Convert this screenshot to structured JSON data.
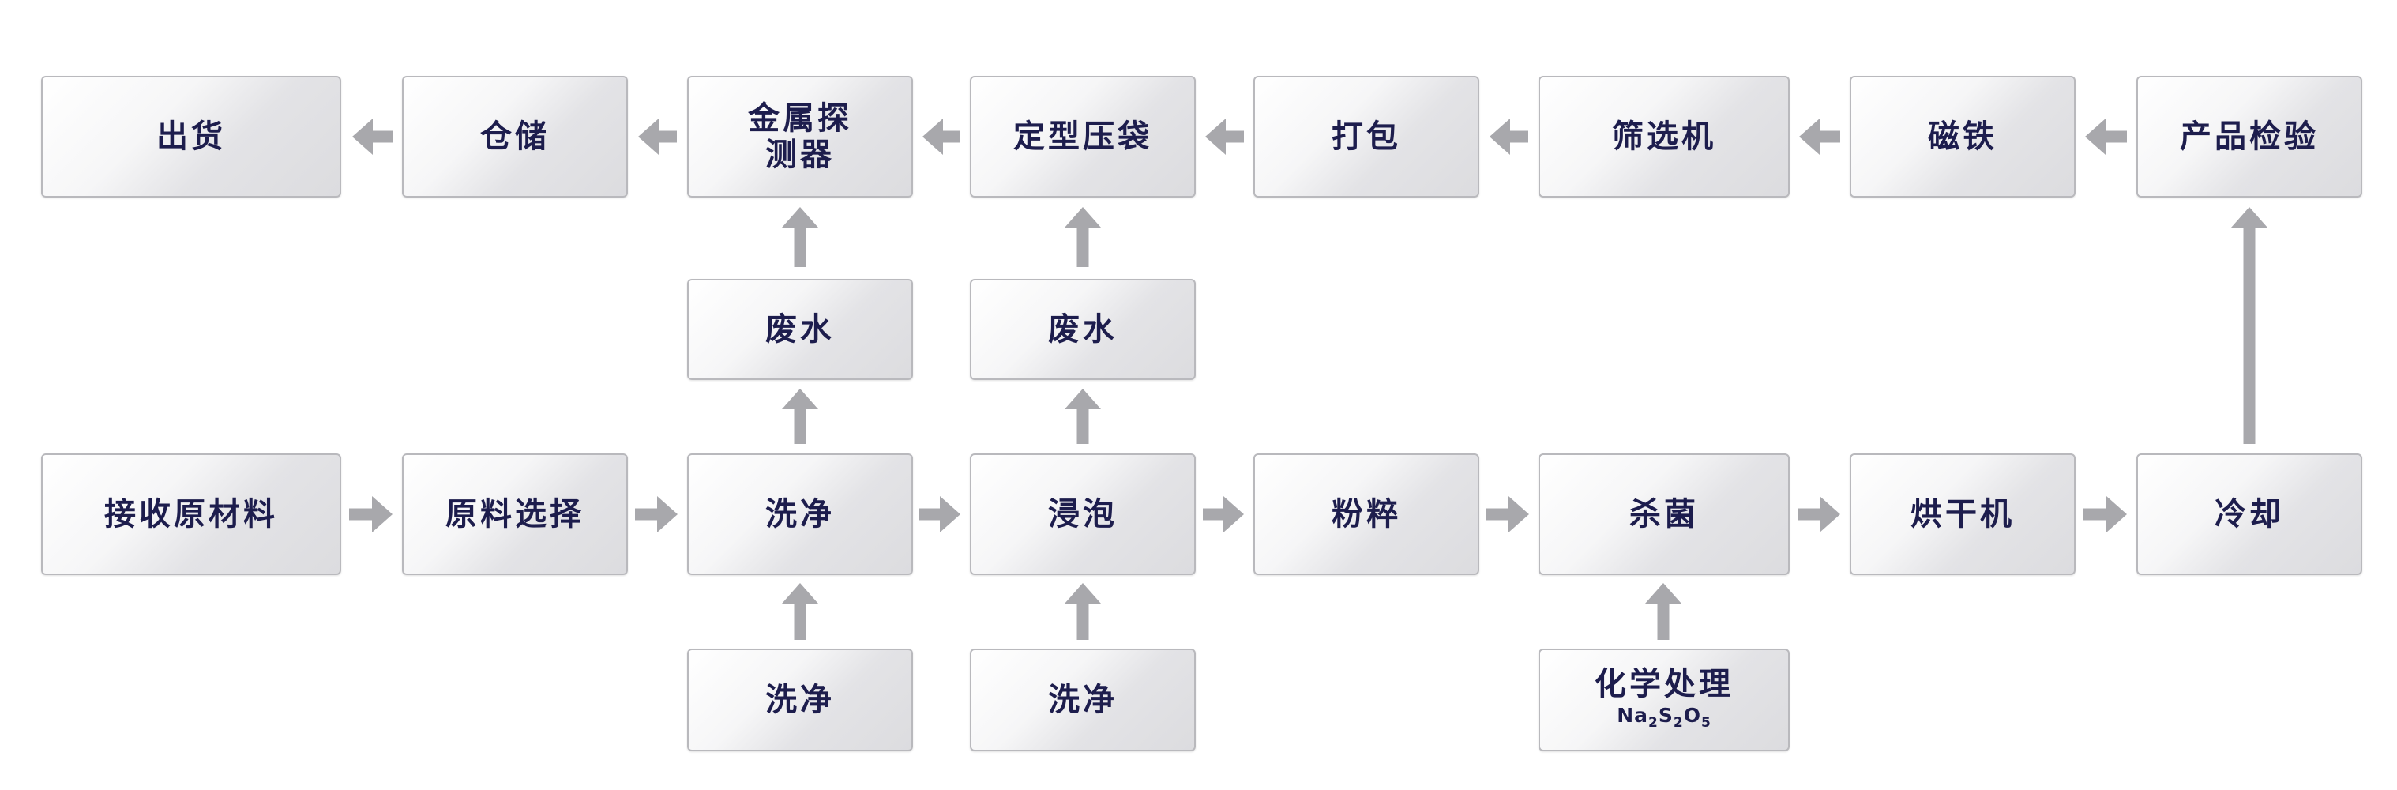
{
  "colors": {
    "arrow": "#a8a8ac",
    "text": "#1d1d4d",
    "border": "#b9b9bd"
  },
  "nodes": {
    "shipping": "出货",
    "storage": "仓储",
    "metal_detector": "金属探测器",
    "shaping_pressing_bag": "定型压袋",
    "packing": "打包",
    "sieving_machine": "筛选机",
    "magnet": "磁铁",
    "product_inspection": "产品检验",
    "waste_water_1": "废水",
    "waste_water_2": "废水",
    "receive_raw_materials": "接收原材料",
    "raw_material_selection": "原料选择",
    "washing_main": "洗净",
    "soaking": "浸泡",
    "grinding": "粉粹",
    "sterilization": "杀菌",
    "drying_machine": "烘干机",
    "cooling": "冷却",
    "washing_input_1": "洗净",
    "washing_input_2": "洗净",
    "chemical_treatment": "化学处理",
    "chemical_formula": {
      "a": "Na",
      "a_sub": "2",
      "b": "S",
      "b_sub": "2",
      "c": "O",
      "c_sub": "5"
    }
  }
}
